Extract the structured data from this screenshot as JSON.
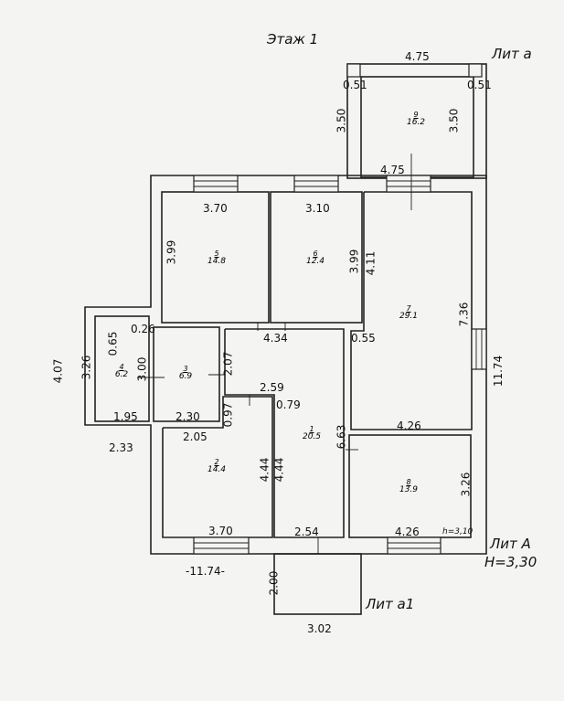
{
  "floor_title": "Этаж 1",
  "labels": {
    "lit_a_small": "Лит а",
    "lit_a_big": "Лит А",
    "height_main": "Н=3,30",
    "lit_a1": "Лит а1",
    "height_room": "h=3,10"
  },
  "rooms": [
    {
      "num": "9",
      "area": "16.2"
    },
    {
      "num": "5",
      "area": "14.8"
    },
    {
      "num": "6",
      "area": "12.4"
    },
    {
      "num": "7",
      "area": "29.1"
    },
    {
      "num": "4",
      "area": "6.2"
    },
    {
      "num": "3",
      "area": "6.9"
    },
    {
      "num": "2",
      "area": "14.4"
    },
    {
      "num": "1",
      "area": "20.5"
    },
    {
      "num": "8",
      "area": "13.9"
    }
  ],
  "dimensions": {
    "d475_top": "4.75",
    "d051_l": "0.51",
    "d051_r": "0.51",
    "d350_l": "3.50",
    "d350_r": "3.50",
    "d475_mid": "4.75",
    "d370_top": "3.70",
    "d310": "3.10",
    "d399_l": "3.99",
    "d399_r": "3.99",
    "d411": "4.11",
    "d736": "7.36",
    "d1174_r": "11.74",
    "d026": "0.26",
    "d065": "0.65",
    "d300": "3.00",
    "d326_l": "3.26",
    "d407": "4.07",
    "d434": "4.34",
    "d055": "0.55",
    "d207": "2.07",
    "d259": "2.59",
    "d079": "0.79",
    "d097": "0.97",
    "d195": "1.95",
    "d230": "2.30",
    "d233": "2.33",
    "d205": "2.05",
    "d444_a": "4.44",
    "d444_b": "4.44",
    "d663": "6.63",
    "d426_mid": "4.26",
    "d326_r": "3.26",
    "d370_bot": "3.70",
    "d254": "2.54",
    "d426_bot": "4.26",
    "d1174_bot": "-11.74-",
    "d200": "2.00",
    "d302": "3.02"
  }
}
